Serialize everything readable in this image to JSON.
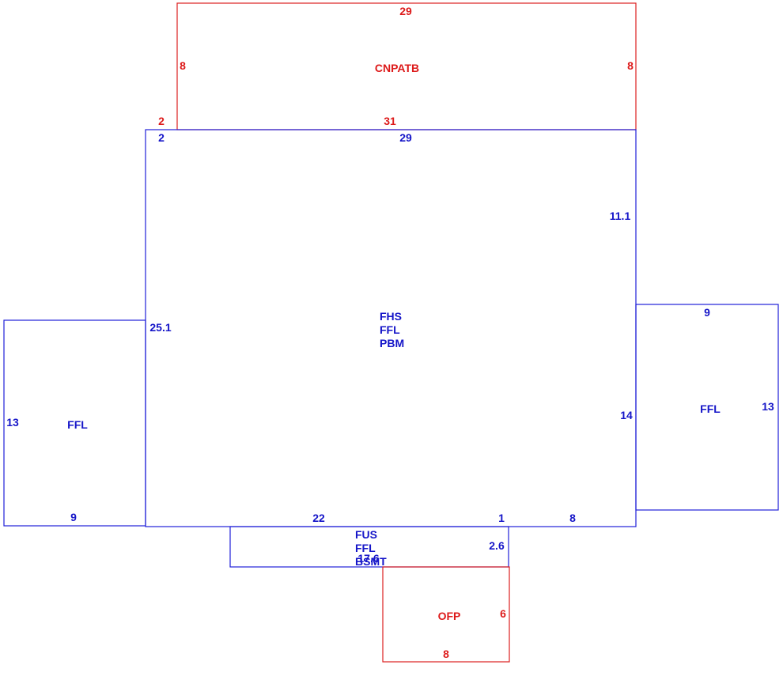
{
  "colors": {
    "main_structure": "#1515c8",
    "secondary_structure": "#dd1a1a"
  },
  "areas": {
    "carport": {
      "code": "CNPATB",
      "dims": {
        "top": "29",
        "left": "8",
        "right": "8",
        "bottom": "31",
        "offset": "2"
      }
    },
    "main": {
      "codes": [
        "FHS",
        "FFL",
        "PBM"
      ],
      "dims": {
        "offset": "2",
        "top": "29",
        "right_upper": "11.1",
        "left": "25.1",
        "right_lower": "14",
        "bottom_left": "22",
        "bottom_mid": "1",
        "bottom_right": "8"
      }
    },
    "left_wing": {
      "code": "FFL",
      "dims": {
        "left": "13",
        "bottom": "9"
      }
    },
    "right_wing": {
      "code": "FFL",
      "dims": {
        "top": "9",
        "right": "13"
      }
    },
    "lower_room": {
      "codes": [
        "FUS",
        "FFL",
        "BSMT"
      ],
      "dims": {
        "right": "2.6",
        "bottom": "17.6"
      }
    },
    "porch": {
      "code": "OFP",
      "dims": {
        "right": "6",
        "bottom": "8"
      }
    }
  }
}
